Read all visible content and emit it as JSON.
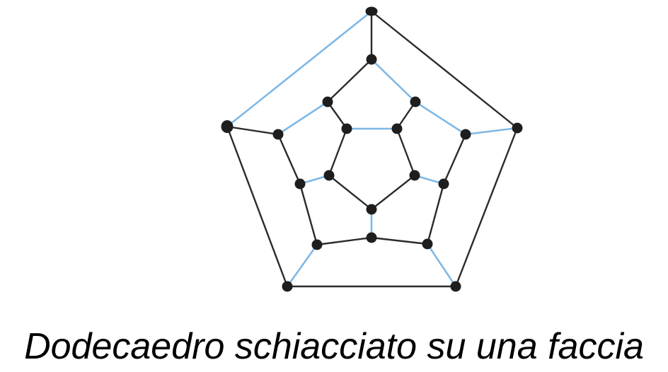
{
  "caption": "Dodecaedro schiacciato su una faccia",
  "colors": {
    "edge_default": "#2b2b2b",
    "edge_highlight": "#7fb8e6",
    "vertex": "#1e1e1e",
    "background": "#ffffff"
  },
  "graph": {
    "vertices": [
      "O0",
      "O1",
      "O2",
      "O3",
      "O4",
      "M0",
      "M1",
      "M2",
      "M3",
      "M4",
      "N0",
      "N1",
      "N2",
      "N3",
      "N4",
      "I0",
      "I1",
      "I2",
      "I3",
      "I4"
    ],
    "edges": [
      {
        "from": "O0",
        "to": "O1",
        "highlight": false
      },
      {
        "from": "O1",
        "to": "O2",
        "highlight": false
      },
      {
        "from": "O2",
        "to": "O3",
        "highlight": false
      },
      {
        "from": "O3",
        "to": "O4",
        "highlight": false
      },
      {
        "from": "O4",
        "to": "O0",
        "highlight": true
      },
      {
        "from": "O0",
        "to": "M0",
        "highlight": false
      },
      {
        "from": "O1",
        "to": "M1",
        "highlight": true
      },
      {
        "from": "O2",
        "to": "M2",
        "highlight": true
      },
      {
        "from": "O3",
        "to": "M3",
        "highlight": true
      },
      {
        "from": "O4",
        "to": "M4",
        "highlight": false
      },
      {
        "from": "M0",
        "to": "N0",
        "highlight": true
      },
      {
        "from": "N0",
        "to": "M1",
        "highlight": true
      },
      {
        "from": "M1",
        "to": "N1",
        "highlight": false
      },
      {
        "from": "N1",
        "to": "M2",
        "highlight": false
      },
      {
        "from": "M2",
        "to": "N2",
        "highlight": false
      },
      {
        "from": "N2",
        "to": "M3",
        "highlight": false
      },
      {
        "from": "M3",
        "to": "N3",
        "highlight": false
      },
      {
        "from": "N3",
        "to": "M4",
        "highlight": false
      },
      {
        "from": "M4",
        "to": "N4",
        "highlight": true
      },
      {
        "from": "N4",
        "to": "M0",
        "highlight": false
      },
      {
        "from": "I0",
        "to": "I1",
        "highlight": true
      },
      {
        "from": "I1",
        "to": "I2",
        "highlight": false
      },
      {
        "from": "I2",
        "to": "I3",
        "highlight": false
      },
      {
        "from": "I3",
        "to": "I4",
        "highlight": false
      },
      {
        "from": "I4",
        "to": "I0",
        "highlight": false
      },
      {
        "from": "N0",
        "to": "I1",
        "highlight": false
      },
      {
        "from": "N1",
        "to": "I2",
        "highlight": true
      },
      {
        "from": "N2",
        "to": "I3",
        "highlight": true
      },
      {
        "from": "N3",
        "to": "I4",
        "highlight": true
      },
      {
        "from": "N4",
        "to": "I0",
        "highlight": false
      }
    ]
  }
}
